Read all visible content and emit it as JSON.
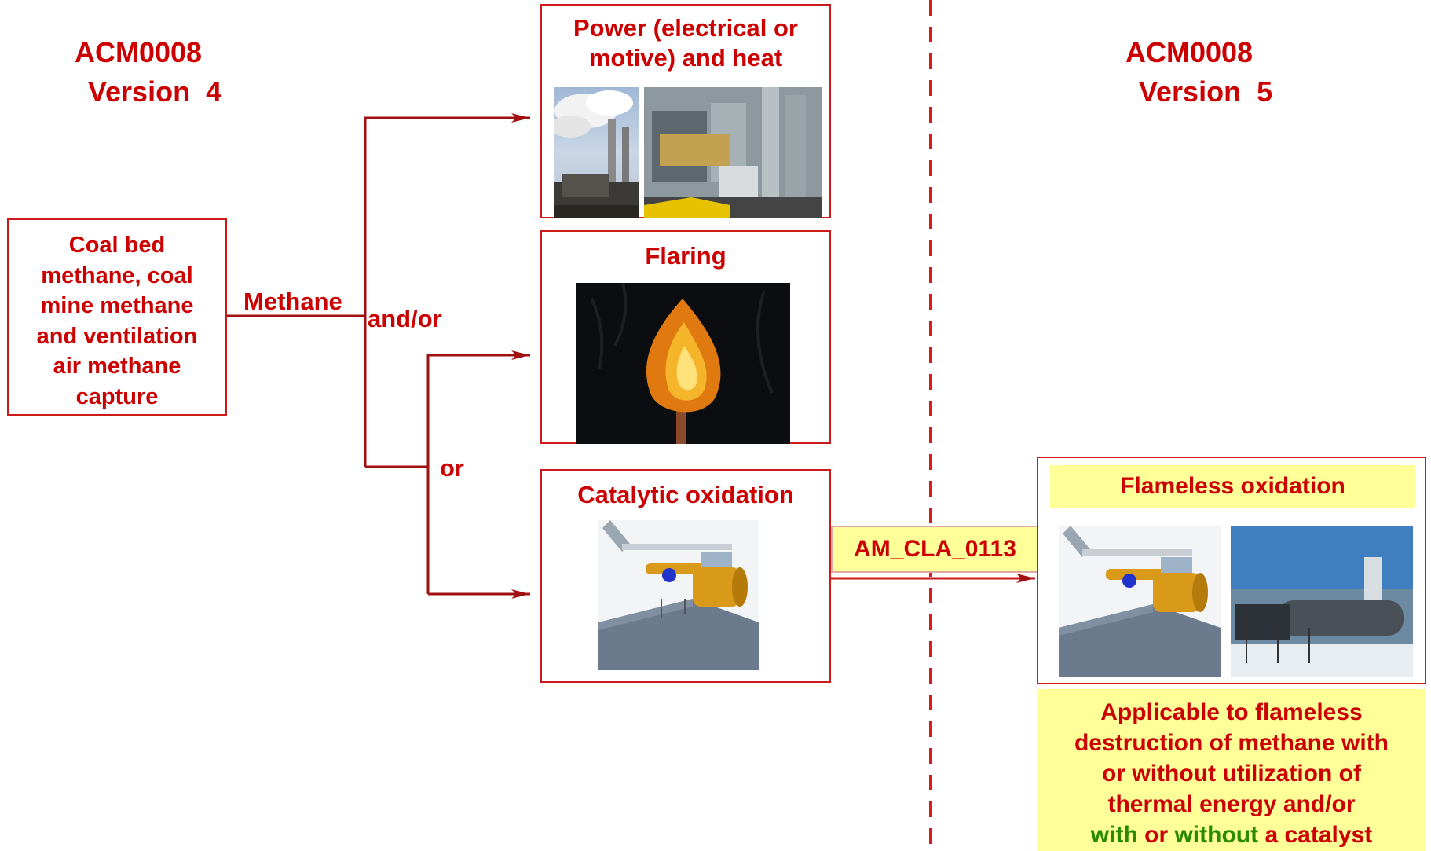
{
  "left_header": {
    "line1": "ACM0008",
    "line2": "Version  4"
  },
  "right_header": {
    "line1": "ACM0008",
    "line2": "Version  5"
  },
  "source_box": {
    "text": "Coal bed methane, coal mine methane and ventilation air methane capture"
  },
  "labels": {
    "methane": "Methane",
    "and_or": "and/or",
    "or": "or"
  },
  "power_box": {
    "title": "Power (electrical or motive) and heat"
  },
  "flaring_box": {
    "title": "Flaring"
  },
  "catalytic_box": {
    "title": "Catalytic oxidation"
  },
  "am_label": {
    "text": "AM_CLA_0113"
  },
  "flameless_box": {
    "title": "Flameless oxidation"
  },
  "applicable_note": {
    "red_part": "Applicable to flameless destruction of methane with or without utilization of thermal energy and/or",
    "with1": "with",
    "or_word": "or",
    "without1": "without",
    "tail": "a catalyst"
  },
  "colors": {
    "accent_red": "#cc0000",
    "line_red": "#a01010",
    "note_yellow": "#ffff99",
    "green": "#2a8a00"
  }
}
